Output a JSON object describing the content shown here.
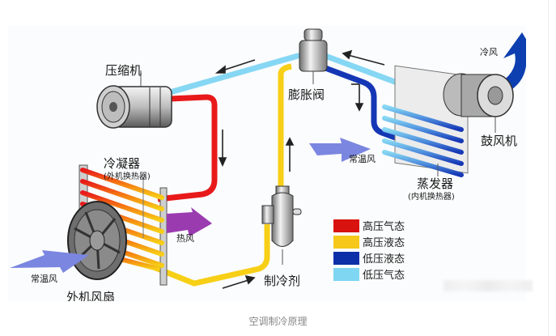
{
  "diagram": {
    "title": "空调制冷原理",
    "components": {
      "compressor": "压缩机",
      "condenser": "冷凝器",
      "condenser_sub": "(外机换热器)",
      "expansion_valve": "膨胀阀",
      "evaporator": "蒸发器",
      "evaporator_sub": "(内机换热器)",
      "blower": "鼓风机",
      "outdoor_fan": "外机风扇",
      "refrigerant": "制冷剂"
    },
    "airflow": {
      "cold_air": "冷风",
      "normal_air_indoor": "常温风",
      "hot_air": "热风",
      "normal_air_outdoor": "常温风"
    },
    "legend": [
      {
        "label": "高压气态",
        "color": "#d8120f"
      },
      {
        "label": "高压液态",
        "color": "#f5c81a"
      },
      {
        "label": "低压液态",
        "color": "#0d2fa8"
      },
      {
        "label": "低压气态",
        "color": "#7fd6f2"
      }
    ],
    "colors": {
      "high_gas": "#e8191a",
      "high_liquid": "#f7cf16",
      "low_liquid": "#1537b5",
      "low_gas": "#86d7f3",
      "cold_arrow": "#0d3fb0",
      "warm_arrow": "#7b86e0",
      "hot_arrow": "#9b3bb0"
    }
  }
}
